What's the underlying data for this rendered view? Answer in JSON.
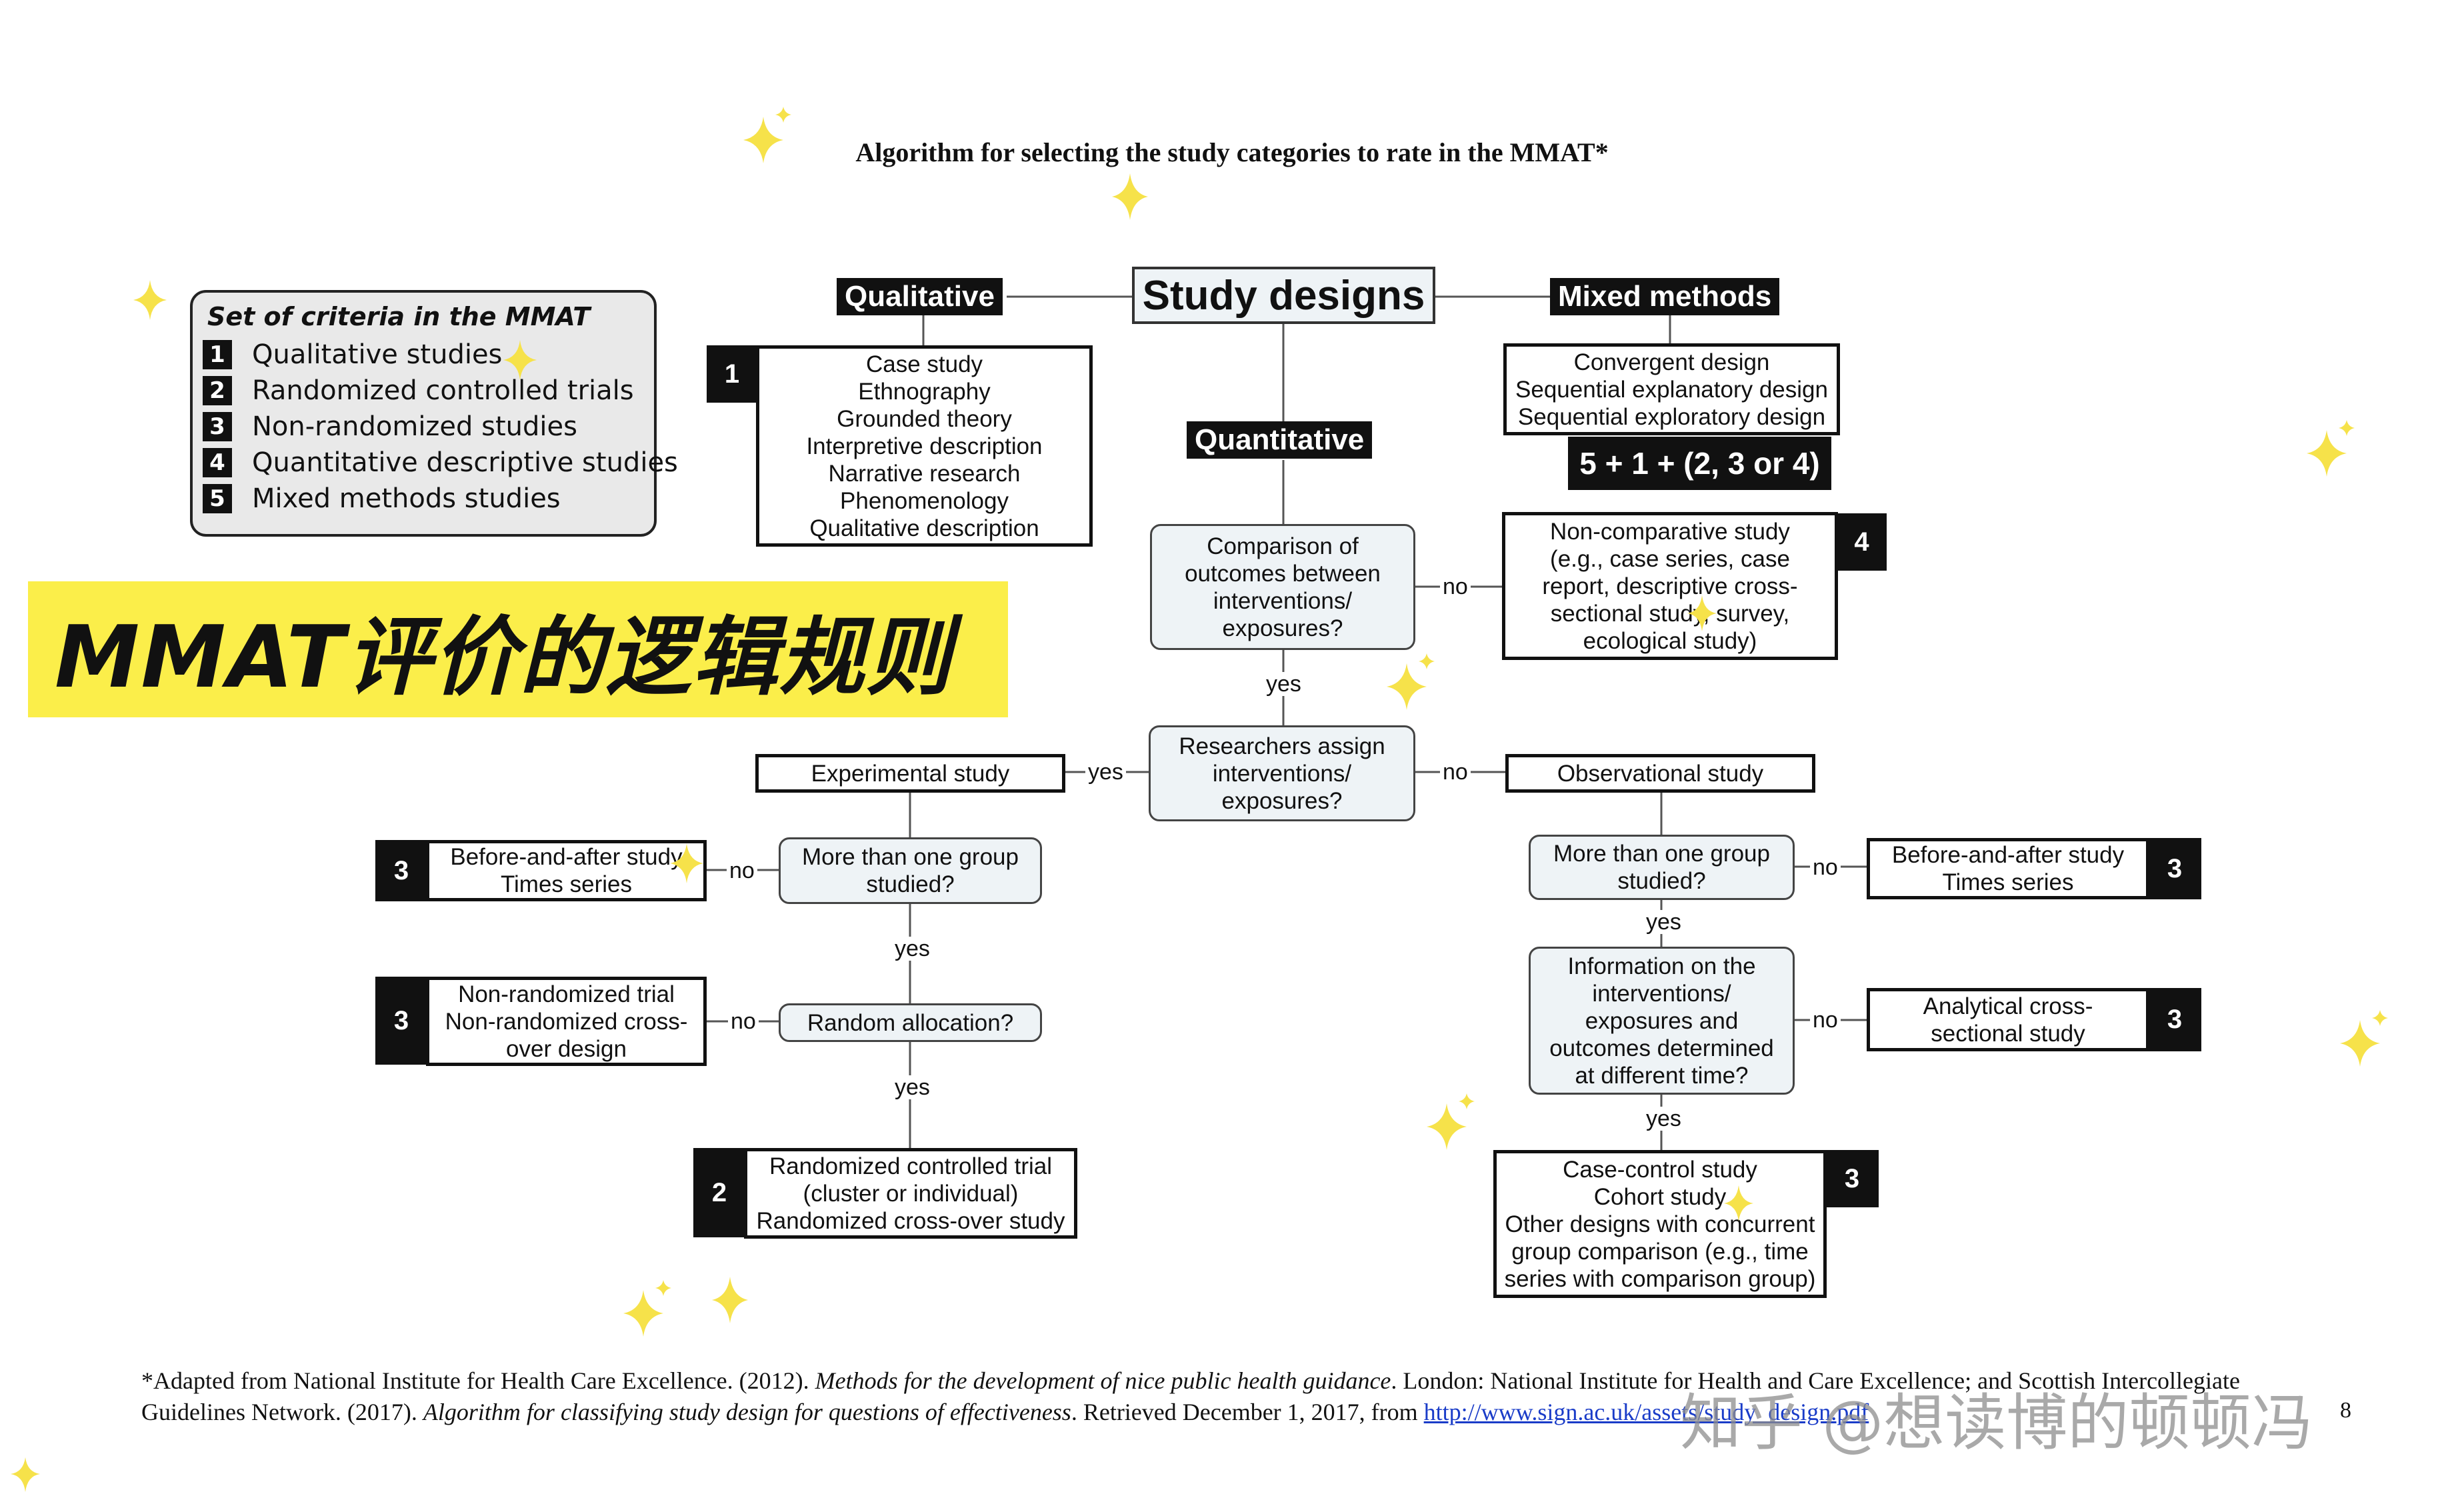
{
  "title": "Algorithm for selecting the study categories to rate in the MMAT*",
  "root_label": "Study designs",
  "categories": {
    "qualitative": "Qualitative",
    "quantitative": "Quantitative",
    "mixed": "Mixed methods"
  },
  "legend": {
    "title": "Set of criteria in the MMAT",
    "items": [
      {
        "num": "1",
        "label": "Qualitative studies"
      },
      {
        "num": "2",
        "label": "Randomized controlled trials"
      },
      {
        "num": "3",
        "label": "Non-randomized studies"
      },
      {
        "num": "4",
        "label": "Quantitative descriptive studies"
      },
      {
        "num": "5",
        "label": "Mixed methods studies"
      }
    ]
  },
  "banner": "MMAT评价的逻辑规则",
  "boxes": {
    "qual_list": [
      "Case study",
      "Ethnography",
      "Grounded theory",
      "Interpretive description",
      "Narrative research",
      "Phenomenology",
      "Qualitative description"
    ],
    "mixed_list": [
      "Convergent design",
      "Sequential explanatory design",
      "Sequential exploratory design"
    ],
    "mixed_formula": "5 + 1 + (2, 3 or 4)",
    "q_comparison": [
      "Comparison of",
      "outcomes between",
      "interventions/",
      "exposures?"
    ],
    "non_comparative": [
      "Non-comparative study",
      "(e.g., case series, case",
      "report, descriptive cross-",
      "sectional study, survey,",
      "ecological study)"
    ],
    "q_assign": [
      "Researchers assign",
      "interventions/",
      "exposures?"
    ],
    "experimental": "Experimental study",
    "observational": "Observational study",
    "q_group_left": [
      "More than one group",
      "studied?"
    ],
    "before_after_left": [
      "Before-and-after study",
      "Times series"
    ],
    "q_random": "Random allocation?",
    "nonrandom_trial": [
      "Non-randomized trial",
      "Non-randomized cross-",
      "over design"
    ],
    "rct": [
      "Randomized controlled trial",
      "(cluster or individual)",
      "Randomized cross-over study"
    ],
    "q_group_right": [
      "More than one group",
      "studied?"
    ],
    "before_after_right": [
      "Before-and-after study",
      "Times series"
    ],
    "q_info": [
      "Information on the",
      "interventions/",
      "exposures and",
      "outcomes determined",
      "at different time?"
    ],
    "analytical": [
      "Analytical cross-",
      "sectional study"
    ],
    "case_control": [
      "Case-control study",
      "Cohort study",
      "Other designs with concurrent",
      "group comparison (e.g., time",
      "series with comparison group)"
    ]
  },
  "badges": {
    "qual": "1",
    "formula_unused": "",
    "noncomp": "4",
    "before_left": "3",
    "nonrand": "3",
    "rct": "2",
    "before_right": "3",
    "analytical": "3",
    "case_control": "3"
  },
  "answers": {
    "yes": "yes",
    "no": "no"
  },
  "footnote": {
    "line1_a": "*Adapted from National Institute for Health Care Excellence. (2012). ",
    "line1_b": "Methods for the development of nice public health guidance",
    "line1_c": ". London: National Institute for Health and Care Excellence; and Scottish Intercollegiate",
    "line2_a": "Guidelines Network. (2017). ",
    "line2_b": "Algorithm for classifying study design for questions of effectiveness",
    "line2_c": ". Retrieved December 1, 2017, from ",
    "link": "http://www.sign.ac.uk/assets/study_design.pdf",
    "page": "8"
  },
  "watermark": "知乎 @想读博的顿顿冯",
  "colors": {
    "banner": "#fbee4a",
    "question_fill": "#eef3f6",
    "legend_fill": "#e9e9e9",
    "sparkle": "#f6e24a"
  }
}
